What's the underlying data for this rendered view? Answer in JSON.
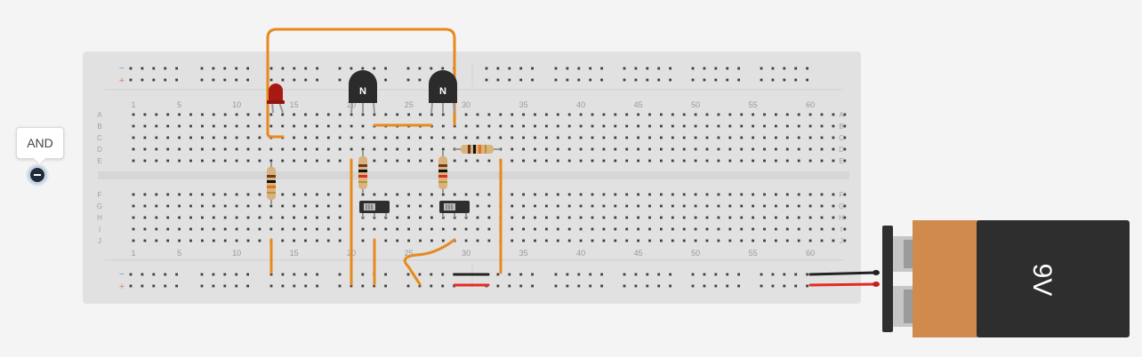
{
  "logic_gate_label": "AND",
  "breadboard": {
    "column_numbers": [
      "1",
      "5",
      "10",
      "15",
      "20",
      "25",
      "30",
      "35",
      "40",
      "45",
      "50",
      "55",
      "60"
    ],
    "rows_top": [
      "A",
      "B",
      "C",
      "D",
      "E"
    ],
    "rows_bottom": [
      "F",
      "G",
      "H",
      "I",
      "J"
    ],
    "rail_minus": "−",
    "rail_plus": "+"
  },
  "components": {
    "transistor_1_label": "N",
    "transistor_2_label": "N",
    "battery_label": "9V"
  },
  "colors": {
    "board": "#e1e1e1",
    "hole": "#3d3d3d",
    "wire_orange": "#e8891e",
    "wire_black": "#222222",
    "wire_red": "#e32b23",
    "led": "#a81914",
    "battery_orange": "#d08a4e",
    "battery_dark": "#2e2e2e",
    "rail_minus_color": "#7ca0d6",
    "rail_plus_color": "#e08080"
  },
  "icons": {
    "collapse": "minus-circle-icon"
  }
}
